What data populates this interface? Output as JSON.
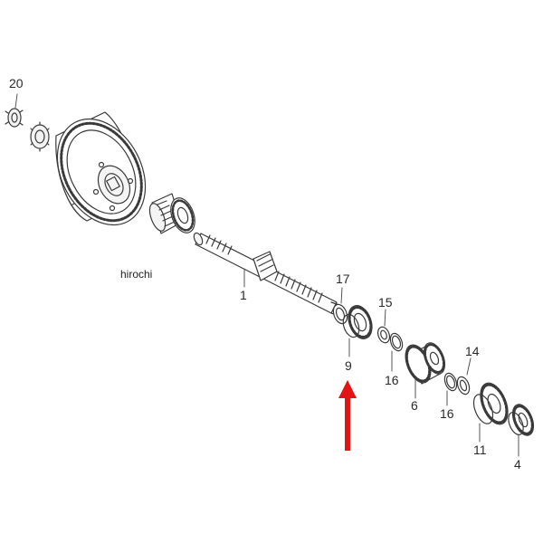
{
  "diagram": {
    "watermark": "hirochi",
    "callout_labels": {
      "p20": "20",
      "p1": "1",
      "p17": "17",
      "p9": "9",
      "p15": "15",
      "p16a": "16",
      "p6": "6",
      "p14": "14",
      "p16b": "16",
      "p11": "11",
      "p4": "4"
    },
    "highlight": {
      "target_part": "9",
      "arrow_color": "#e31414"
    }
  }
}
